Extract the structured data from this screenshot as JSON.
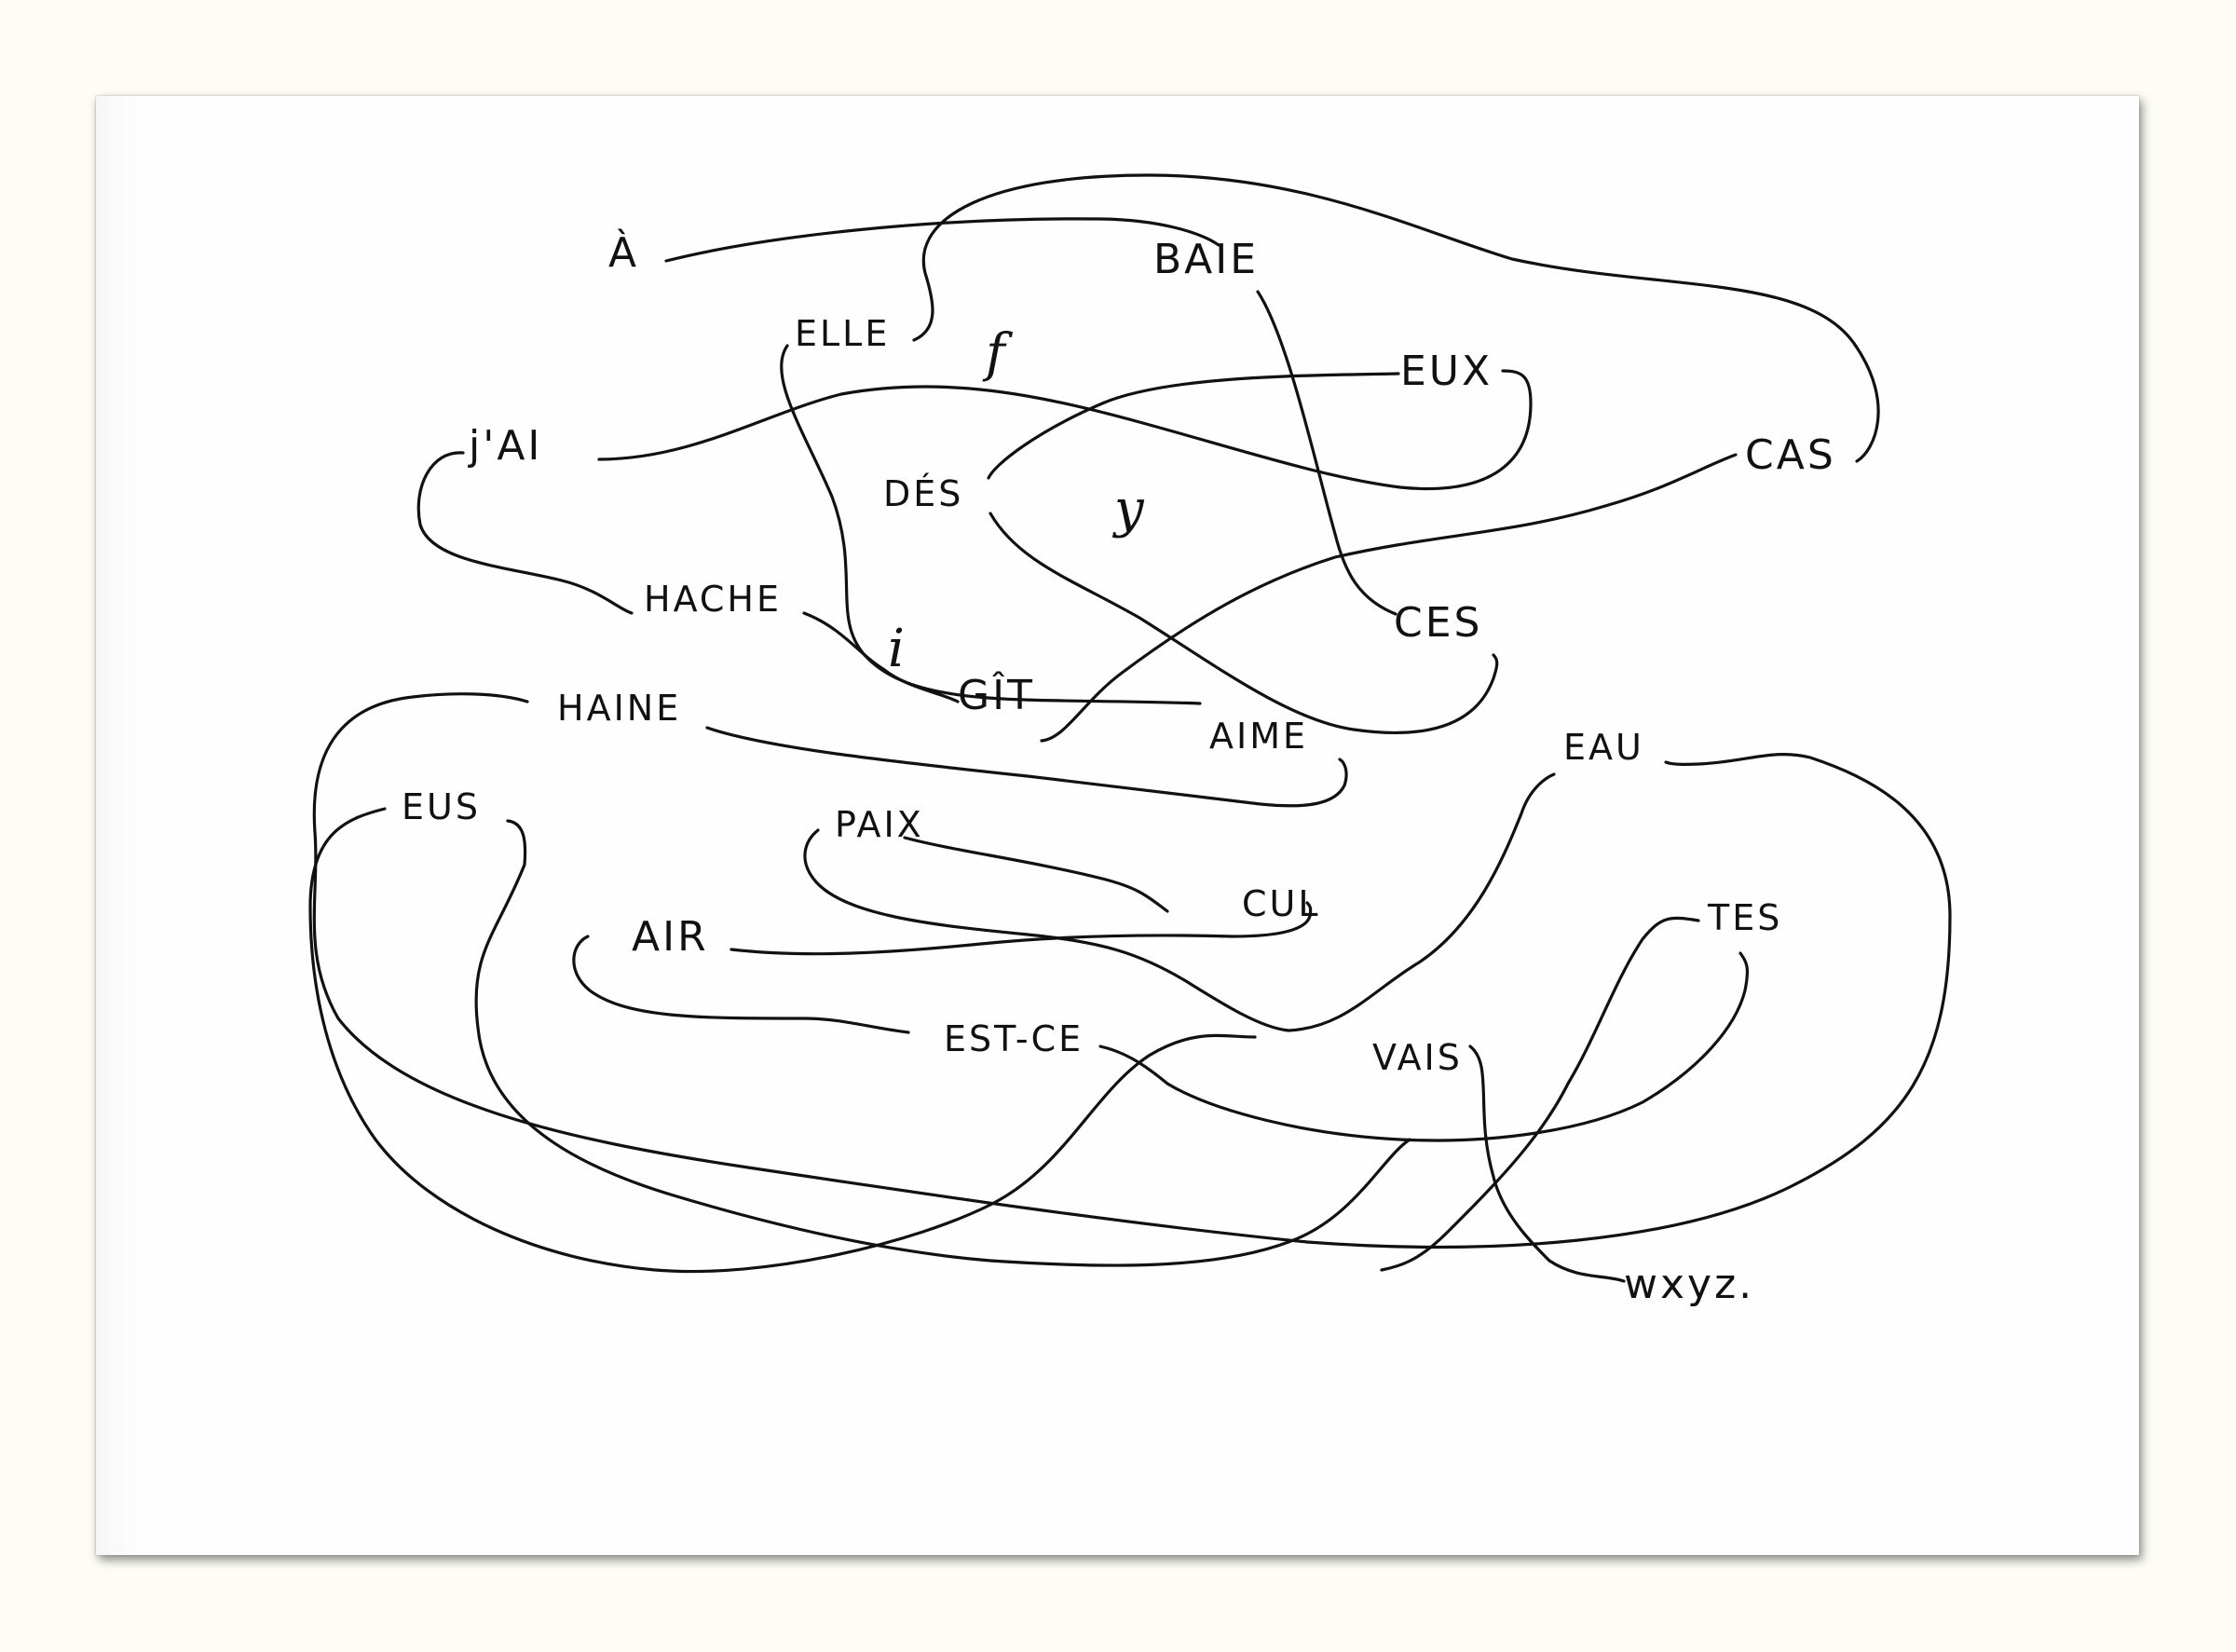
{
  "words": {
    "a": "À",
    "baie": "BAIE",
    "elle": "ELLE",
    "f": "f",
    "eux": "EUX",
    "jai": "j'AI",
    "des": "DÉS",
    "y": "y",
    "cas": "CAS",
    "hache": "HACHE",
    "ces": "CES",
    "i": "i",
    "git": "GÎT",
    "haine": "HAINE",
    "aime": "AIME",
    "eau": "EAU",
    "eus": "EUS",
    "paix": "PAIX",
    "cul": "CUL",
    "tes": "TES",
    "air": "AIR",
    "estce": "EST-CE",
    "vais": "VAIS",
    "wxyz": "wxyz."
  }
}
